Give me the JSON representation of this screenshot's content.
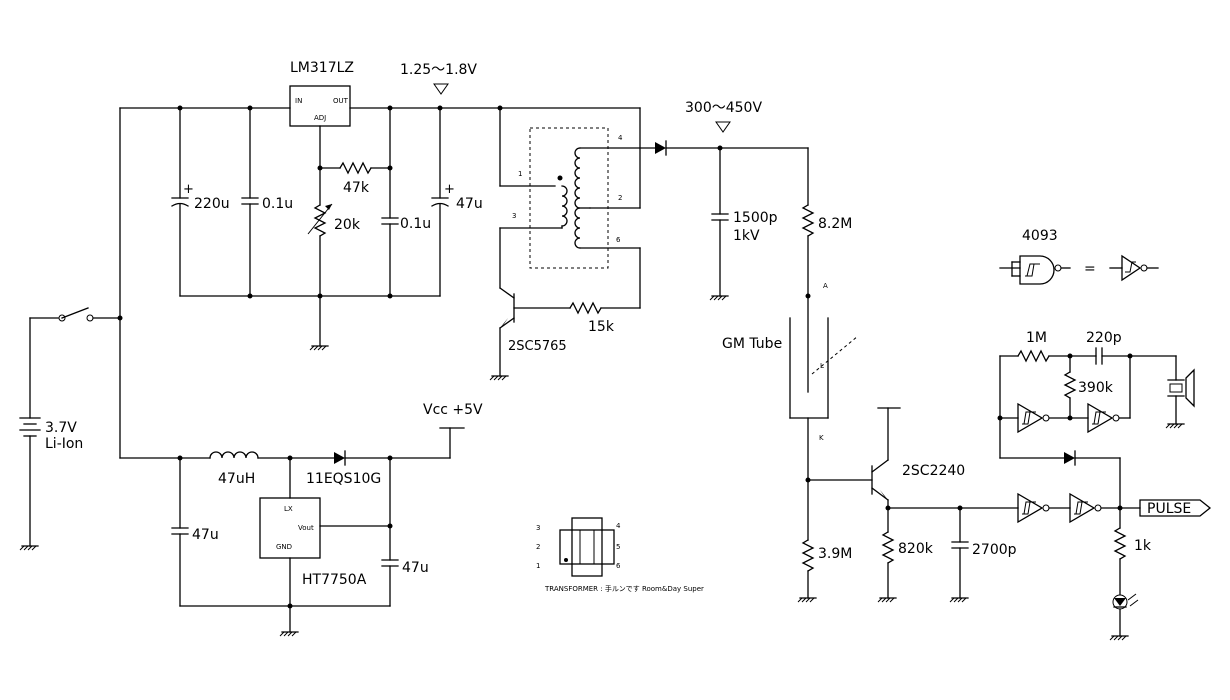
{
  "battery": {
    "voltage": "3.7V",
    "type": "Li-Ion"
  },
  "regulator": {
    "name": "LM317LZ",
    "pin_in": "IN",
    "pin_out": "OUT",
    "pin_adj": "ADJ"
  },
  "rails": {
    "low_voltage": "1.25〜1.8V",
    "high_voltage": "300〜450V",
    "vcc": "Vcc +5V"
  },
  "components": {
    "c_220u": "220u",
    "c_01u_a": "0.1u",
    "r_47k": "47k",
    "vr_20k": "20k",
    "c_01u_b": "0.1u",
    "c_47u_a": "47u",
    "transistor_osc": "2SC5765",
    "r_15k": "15k",
    "c_1500p": "1500p",
    "c_1500p_rating": "1kV",
    "r_82m": "8.2M",
    "gm_tube": "GM Tube",
    "gm_anode": "A",
    "gm_cathode": "K",
    "r_39m": "3.9M",
    "transistor_amp": "2SC2240",
    "r_820k": "820k",
    "c_2700p": "2700p",
    "inductor": "47uH",
    "diode_sch": "11EQS10G",
    "boost_ic": "HT7750A",
    "boost_lx": "LX",
    "boost_vout": "Vout",
    "boost_gnd": "GND",
    "c_47u_b": "47u",
    "c_47u_c": "47u",
    "gate_ic": "4093",
    "r_1m": "1M",
    "c_220p": "220p",
    "r_390k": "390k",
    "r_1k": "1k",
    "pulse": "PULSE",
    "equals": "="
  },
  "transformer": {
    "pins": [
      "1",
      "2",
      "3",
      "4",
      "5",
      "6"
    ],
    "caption": "TRANSFORMER : 手ルンです Room&Day Super"
  }
}
